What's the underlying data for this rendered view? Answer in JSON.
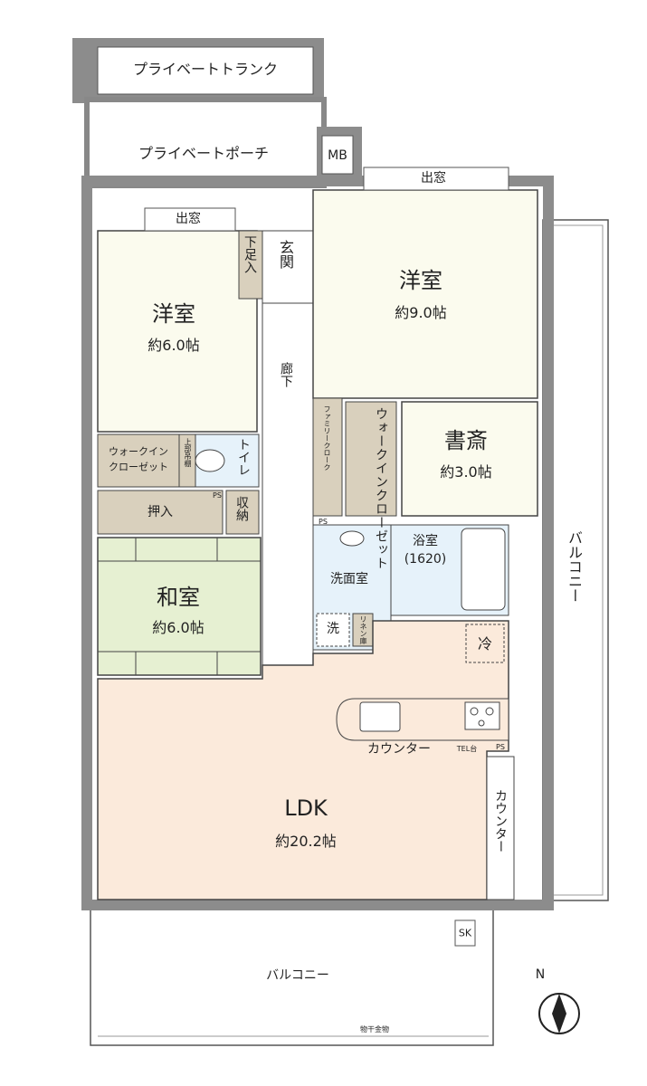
{
  "colors": {
    "wall": "#8c8c8c",
    "western_room": "#fbfbee",
    "japanese_room": "#e6f0d2",
    "storage": "#d9d0bd",
    "ldk": "#fbeadb",
    "wet_area": "#e6f2fa",
    "corridor": "#ffffff"
  },
  "rooms": {
    "private_trunk": "プライベートトランク",
    "private_porch": "プライベートポーチ",
    "mb": "MB",
    "window_top_right": "出窓",
    "window_top_left": "出窓",
    "shoe_storage": "下足入",
    "entrance": "玄関",
    "western_left_name": "洋室",
    "western_left_size": "約6.0帖",
    "western_right_name": "洋室",
    "western_right_size": "約9.0帖",
    "corridor": "廊下",
    "family_cloak": "ファミリークローク",
    "walkin_right": "ウォークインクローゼット",
    "study_name": "書斎",
    "study_size": "約3.0帖",
    "walkin_left_1": "ウォークイン",
    "walkin_left_2": "クローゼット",
    "upper_shelf": "上部吊棚",
    "toilet": "トイレ",
    "oshiire": "押入",
    "shuno": "収納",
    "ps_1": "PS",
    "ps_2": "PS",
    "ps_3": "PS",
    "washroom": "洗面室",
    "bathroom_name": "浴室",
    "bathroom_size": "(1620)",
    "washer": "洗",
    "linen": "リネン庫",
    "japanese_name": "和室",
    "japanese_size": "約6.0帖",
    "fridge": "冷",
    "counter_kitchen": "カウンター",
    "tel": "TEL台",
    "counter_right": "カウンター",
    "ldk_name": "LDK",
    "ldk_size": "約20.2帖",
    "balcony_right": "バルコニー",
    "balcony_bottom": "バルコニー",
    "sk": "SK",
    "laundry_hanger": "物干金物",
    "compass": "N"
  }
}
